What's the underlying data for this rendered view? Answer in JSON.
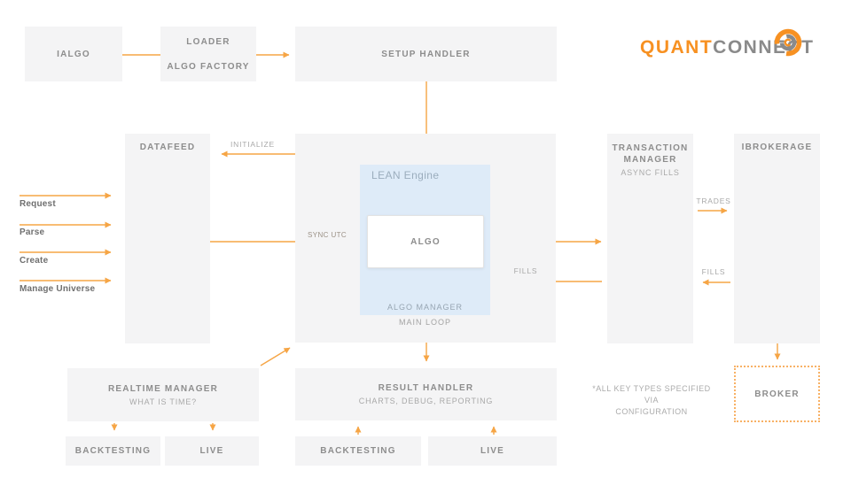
{
  "logo": {
    "quant": "QUANT",
    "connect": "CONNECT"
  },
  "top": {
    "ialgo": "IALGO",
    "loader": "LOADER",
    "algo_factory": "ALGO FACTORY",
    "setup_handler": "SETUP HANDLER"
  },
  "left_flow": {
    "request": "Request",
    "parse": "Parse",
    "create": "Create",
    "manage_universe": "Manage Universe"
  },
  "middle": {
    "datafeed": "DATAFEED",
    "initialize": "INITIALIZE",
    "sync_utc": "SYNC UTC",
    "lean_engine": "LEAN Engine",
    "algo": "ALGO",
    "algo_manager": "ALGO MANAGER",
    "main_loop": "MAIN LOOP",
    "fills_inner": "FILLS"
  },
  "right": {
    "transaction_manager_line1": "TRANSACTION",
    "transaction_manager_line2": "MANAGER",
    "async_fills": "ASYNC FILLS",
    "ibrokerage": "IBROKERAGE",
    "trades": "TRADES",
    "fills": "FILLS",
    "broker": "BROKER"
  },
  "bottom": {
    "realtime_manager": "REALTIME MANAGER",
    "what_is_time": "WHAT IS TIME?",
    "result_handler": "RESULT HANDLER",
    "charts_debug_reporting": "CHARTS, DEBUG, REPORTING",
    "backtesting_left": "BACKTESTING",
    "live_left": "LIVE",
    "backtesting_mid": "BACKTESTING",
    "live_mid": "LIVE",
    "note_line1": "*ALL KEY TYPES SPECIFIED VIA",
    "note_line2": "CONFIGURATION"
  },
  "colors": {
    "arrow_orange": "#F6A545",
    "logo_orange": "#F79122",
    "logo_gray": "#8A8A8A",
    "box_fill": "#F4F4F5",
    "lean_blue_fill": "#DEEBF8",
    "label_gray": "#8D8D8D",
    "broker_dotted_border": "#F8B165"
  }
}
